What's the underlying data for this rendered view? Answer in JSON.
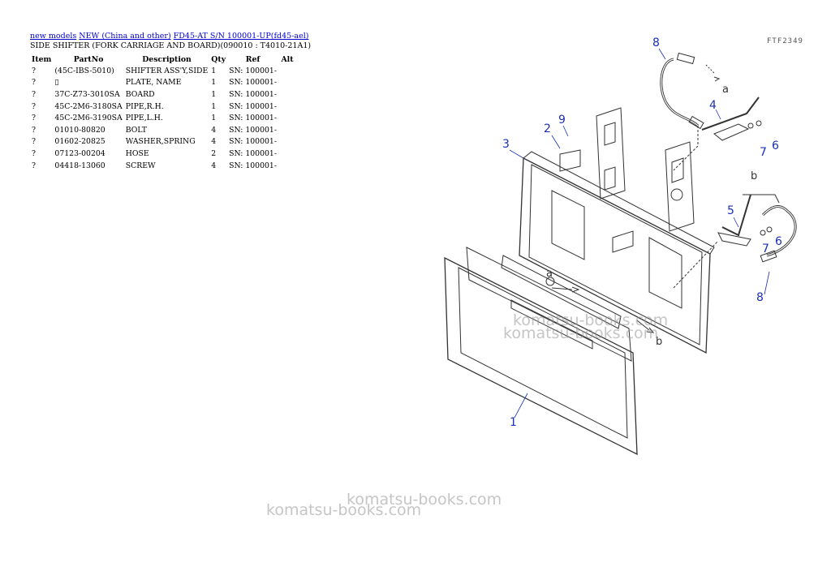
{
  "breadcrumb": {
    "link1": "new models",
    "link2": "NEW (China and other)",
    "link3": "FD45-AT S/N 100001-UP(fd45-ael)"
  },
  "subtitle": "SIDE SHIFTER (FORK CARRIAGE AND BOARD)(090010 : T4010-21A1)",
  "table": {
    "headers": [
      "Item",
      "PartNo",
      "Description",
      "Qty",
      "Ref",
      "Alt"
    ],
    "rows": [
      {
        "item": "?",
        "part": "(45C-IBS-5010)",
        "desc": "SHIFTER ASS'Y,SIDE",
        "qty": "1",
        "ref": "SN: 100001-"
      },
      {
        "item": "?",
        "part": "▯",
        "desc": "PLATE, NAME",
        "qty": "1",
        "ref": "SN: 100001-"
      },
      {
        "item": "?",
        "part": "37C-Z73-3010SA",
        "desc": "BOARD",
        "qty": "1",
        "ref": "SN: 100001-"
      },
      {
        "item": "?",
        "part": "45C-2M6-3180SA",
        "desc": "PIPE,R.H.",
        "qty": "1",
        "ref": "SN: 100001-"
      },
      {
        "item": "?",
        "part": "45C-2M6-3190SA",
        "desc": "PIPE,L.H.",
        "qty": "1",
        "ref": "SN: 100001-"
      },
      {
        "item": "?",
        "part": "01010-80820",
        "desc": "BOLT",
        "qty": "4",
        "ref": "SN: 100001-"
      },
      {
        "item": "?",
        "part": "01602-20825",
        "desc": "WASHER,SPRING",
        "qty": "4",
        "ref": "SN: 100001-"
      },
      {
        "item": "?",
        "part": "07123-00204",
        "desc": "HOSE",
        "qty": "2",
        "ref": "SN: 100001-"
      },
      {
        "item": "?",
        "part": "04418-13060",
        "desc": "SCREW",
        "qty": "4",
        "ref": "SN: 100001-"
      }
    ]
  },
  "diagram": {
    "code": "FTF2349",
    "callouts": [
      "8",
      "4",
      "a",
      "2",
      "9",
      "3",
      "7",
      "6",
      "b",
      "5",
      "7",
      "6",
      "8",
      "a",
      "b",
      "1"
    ],
    "accent_color": "#1a2fb8"
  },
  "watermarks": [
    "komatsu-books.com",
    "komatsu-books.com",
    "komatsu-books.com",
    "komatsu-books.com"
  ]
}
